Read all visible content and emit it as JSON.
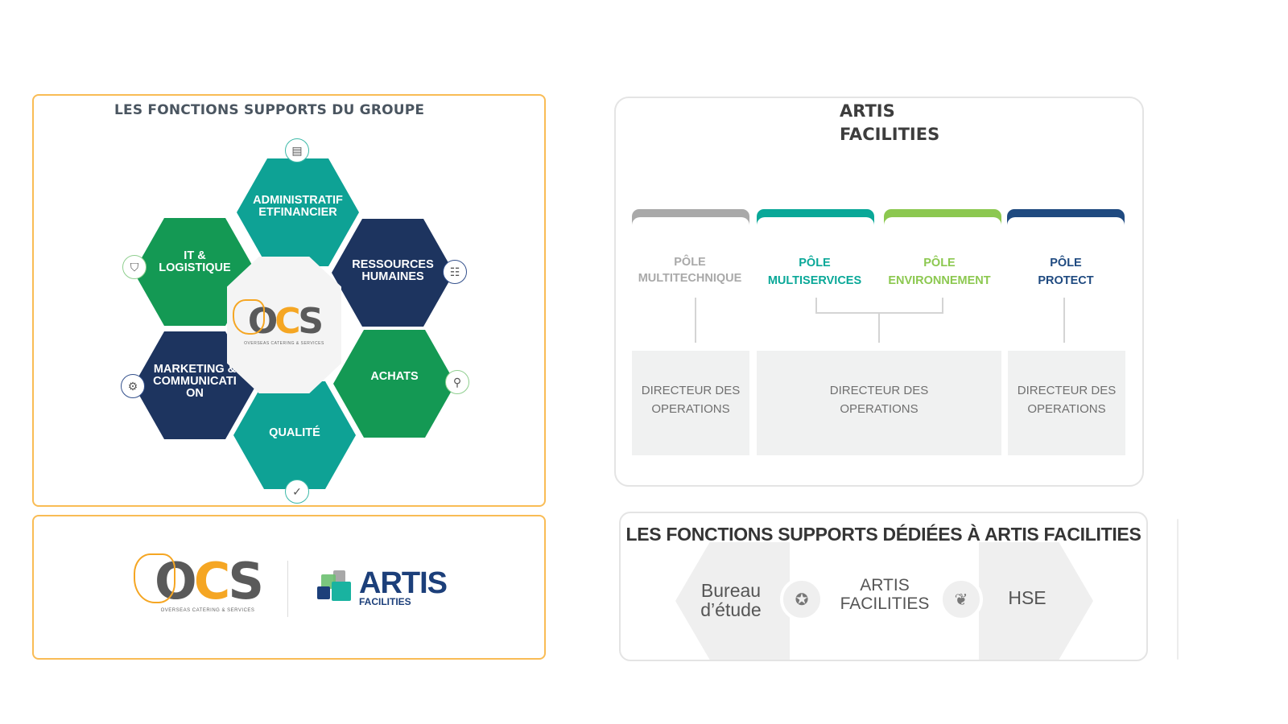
{
  "group_panel": {
    "title": "LES FONCTIONS SUPPORTS DU GROUPE",
    "center_logo": {
      "letters": [
        "O",
        "C",
        "S"
      ],
      "subtitle": "OVERSEAS CATERING & SERVICES"
    },
    "functions": [
      {
        "label": "ADMINISTRATIF\nETFINANCIER",
        "color": "#0ea295",
        "icon": "finance-report-icon"
      },
      {
        "label": "IT &\nLOGISTIQUE",
        "color": "#149954",
        "icon": "shield-icon"
      },
      {
        "label": "RESSOURCES\nHUMAINES",
        "color": "#1d345f",
        "icon": "team-icon"
      },
      {
        "label": "MARKETING &\nCOMMUNICATI\nON",
        "color": "#1d345f",
        "icon": "person-gear-icon"
      },
      {
        "label": "ACHATS",
        "color": "#149954",
        "icon": "shopper-cart-icon"
      },
      {
        "label": "QUALITÉ",
        "color": "#0ea295",
        "icon": "quality-badge-icon"
      }
    ]
  },
  "logos_panel": {
    "ocs": {
      "letters": [
        "O",
        "C",
        "S"
      ],
      "subtitle": "OVERSEAS CATERING & SERVICES"
    },
    "artis": {
      "name": "ARTIS",
      "sub": "FACILITIES"
    }
  },
  "artis_panel": {
    "title": "ARTIS\nFACILITIES",
    "poles": [
      {
        "label": "PÔLE\nMULTITECHNIQUE",
        "color": "#a9a9a9"
      },
      {
        "label": "PÔLE\nMULTISERVICES",
        "color": "#0aa898"
      },
      {
        "label": "PÔLE\nENVIRONNEMENT",
        "color": "#8cc850"
      },
      {
        "label": "PÔLE\nPROTECT",
        "color": "#1f4a80"
      }
    ],
    "directors": [
      {
        "label": "DIRECTEUR DES\nOPERATIONS"
      },
      {
        "label": "DIRECTEUR DES\nOPERATIONS"
      },
      {
        "label": "DIRECTEUR DES\nOPERATIONS"
      }
    ]
  },
  "dedicated_panel": {
    "title": "LES FONCTIONS SUPPORTS DÉDIÉES À ARTIS FACILITIES",
    "left": {
      "label": "Bureau\nd’étude",
      "icon": "award-ribbon-icon"
    },
    "center": {
      "label": "ARTIS\nFACILITIES"
    },
    "right": {
      "label": "HSE",
      "icon": "hand-plant-icon"
    }
  },
  "colors": {
    "orange_border": "#f9bc55",
    "teal": "#0ea295",
    "green": "#149954",
    "navy": "#1d345f",
    "ocs_orange": "#f5a623",
    "artis_blue": "#1c3f7a"
  }
}
